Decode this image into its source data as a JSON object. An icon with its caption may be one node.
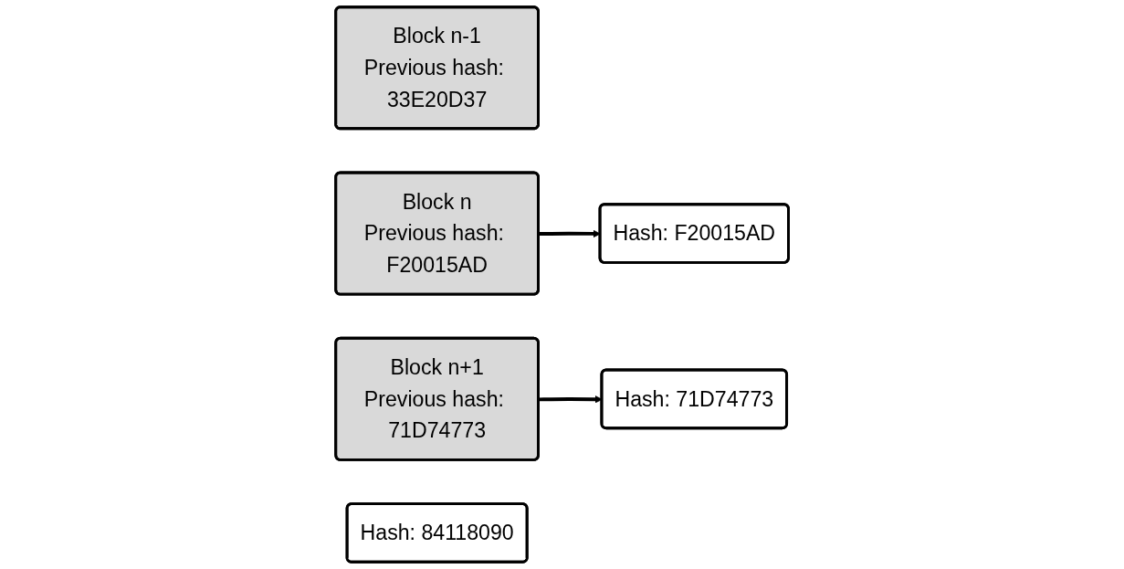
{
  "diagram": {
    "nodes": [
      {
        "text": [
          "Block n-1",
          "Previous hash: 33E20D37"
        ]
      },
      {
        "text": [
          "Hash: F20015AD"
        ]
      },
      {
        "text": [
          "Hash: 71D74773"
        ]
      },
      {
        "text": [
          "Block n",
          "Previous hash: F20015AD"
        ]
      },
      {
        "text": [
          "Block n+1",
          "Previous hash: 71D74773"
        ]
      },
      {
        "text": [
          "Hash: 84118090"
        ]
      }
    ],
    "edges": [
      {
        "from": 4,
        "to": 2,
        "arrow": "to"
      },
      {
        "from": 3,
        "to": 1,
        "arrow": "to"
      }
    ]
  }
}
